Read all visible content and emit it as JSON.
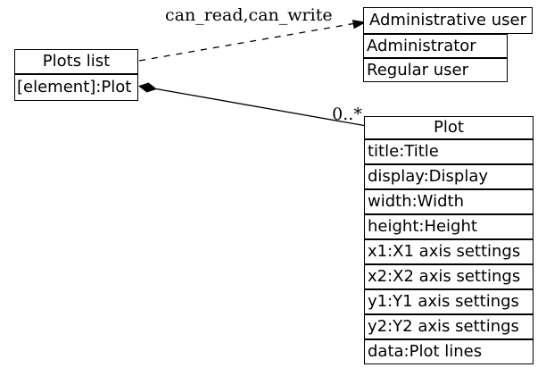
{
  "colors": {
    "background": "#ffffff",
    "ink": "#000000"
  },
  "nodes": {
    "plots_list": {
      "title": "Plots list",
      "attributes": [
        "[element]:Plot"
      ]
    },
    "admin_user": {
      "title": "Administrative user",
      "attributes": [
        "Administrator",
        "Regular user"
      ]
    },
    "plot": {
      "title": "Plot",
      "attributes": [
        "title:Title",
        "display:Display",
        "width:Width",
        "height:Height",
        "x1:X1 axis settings",
        "x2:X2 axis settings",
        "y1:Y1 axis settings",
        "y2:Y2 axis settings",
        "data:Plot lines"
      ]
    }
  },
  "edges": {
    "access": {
      "label": "can_read,can_write",
      "style": "dashed",
      "arrowhead": "filled-arrow"
    },
    "composition": {
      "label": "0..*",
      "style": "solid",
      "arrowtail": "filled-diamond"
    }
  }
}
